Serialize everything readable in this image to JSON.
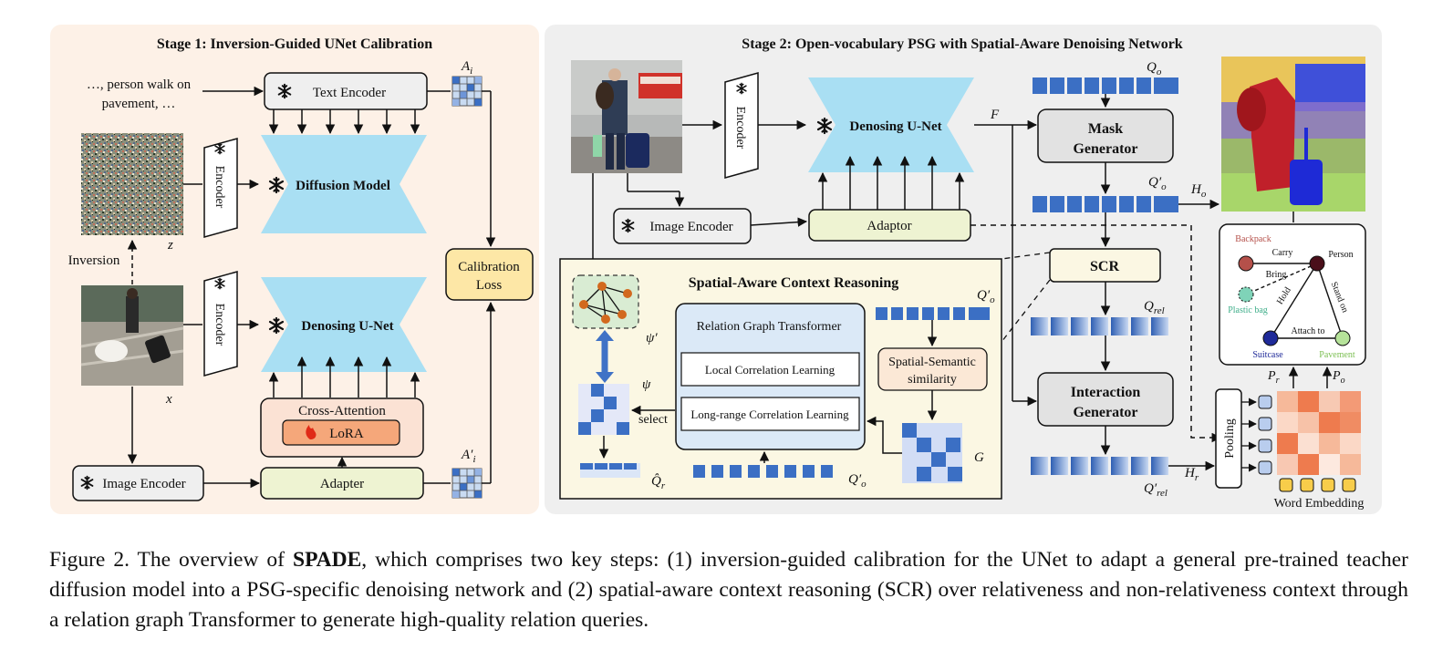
{
  "stage1": {
    "title": "Stage 1: Inversion-Guided UNet Calibration",
    "prompt_line1": "…, person walk on",
    "prompt_line2": "pavement, …",
    "text_encoder": "Text Encoder",
    "encoder": "Encoder",
    "diffusion_model": "Diffusion Model",
    "denoising_unet": "Denosing U-Net",
    "cross_attention": "Cross-Attention",
    "lora": "LoRA",
    "adapter": "Adapter",
    "image_encoder": "Image Encoder",
    "calibration_loss_line1": "Calibration",
    "calibration_loss_line2": "Loss",
    "inversion": "Inversion",
    "label_z": "z",
    "label_x": "x",
    "label_Ai": "A",
    "label_Ai_sub": "i",
    "label_Aip": "A′",
    "label_Aip_sub": "i"
  },
  "stage2": {
    "title": "Stage 2:  Open-vocabulary PSG with Spatial-Aware Denoising Network",
    "encoder": "Encoder",
    "denoising_unet": "Denosing U-Net",
    "image_encoder": "Image Encoder",
    "adaptor": "Adaptor",
    "mask_generator_line1": "Mask",
    "mask_generator_line2": "Generator",
    "scr": "SCR",
    "interaction_generator_line1": "Interaction",
    "interaction_generator_line2": "Generator",
    "pooling": "Pooling",
    "word_embedding": "Word Embedding",
    "label_F": "F",
    "label_Qo": "Q",
    "label_Qo_sub": "o",
    "label_Qpo": "Q′",
    "label_Qpo_sub": "o",
    "label_Ho": "H",
    "label_Ho_sub": "o",
    "label_Qrel": "Q",
    "label_Qrel_sub": "rel",
    "label_Qprel": "Q′",
    "label_Qprel_sub": "rel",
    "label_Hr": "H",
    "label_Hr_sub": "r",
    "label_Pr": "P",
    "label_Pr_sub": "r",
    "label_Po": "P",
    "label_Po_sub": "o"
  },
  "scr_panel": {
    "title": "Spatial-Aware Context Reasoning",
    "relation_graph_transformer": "Relation Graph Transformer",
    "local_correlation": "Local Correlation Learning",
    "long_range_correlation": "Long-range Correlation Learning",
    "similarity_line1": "Spatial-Semantic",
    "similarity_line2": "similarity",
    "select": "select",
    "label_psi_prime": "ψ′",
    "label_psi": "ψ",
    "label_G": "G",
    "label_Qpo": "Q′",
    "label_Qpo_sub": "o",
    "label_Qr_hat": "Q̂",
    "label_Qr_hat_sub": "r"
  },
  "scene_graph": {
    "nodes": [
      {
        "label": "Backpack",
        "color": "#b5504a"
      },
      {
        "label": "Person",
        "color": "#4a0f1a"
      },
      {
        "label": "Plastic bag",
        "color": "#7fd3b8"
      },
      {
        "label": "Suitcase",
        "color": "#1f2a99"
      },
      {
        "label": "Pavement",
        "color": "#b6e39a"
      }
    ],
    "edges": [
      "Carry",
      "Bring",
      "Hold",
      "Stand on",
      "Attach to"
    ]
  },
  "icons": {
    "frozen": "snowflake-icon",
    "trainable": "flame-icon"
  },
  "colors": {
    "stage1_bg": "#fdf1e7",
    "stage2_bg": "#efefef",
    "scr_bg": "#fbf7e3",
    "unet_blue": "#a9dff3",
    "adapter_green": "#eef3d2",
    "calib_yellow": "#fde7a6",
    "cross_attn_peach": "#fbe2d4",
    "lora_orange": "#f5a77a",
    "query_blue": "#3b6fc4",
    "graph_panel_blue": "#dbe9f7"
  },
  "caption": {
    "prefix": "Figure 2.  The overview of ",
    "bold": "SPADE",
    "rest": ", which comprises two key steps: (1) inversion-guided calibration for the UNet to adapt a general pre-trained teacher diffusion model into a PSG-specific denoising network and (2) spatial-aware context reasoning (SCR) over relativeness and non-relativeness context through a relation graph Transformer to generate high-quality relation queries."
  }
}
